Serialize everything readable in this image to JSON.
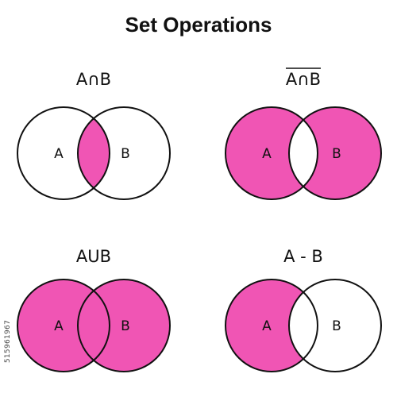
{
  "title": "Set Operations",
  "side_text": "515961967",
  "colors": {
    "fill": "#f055b4",
    "stroke": "#111111",
    "background": "#ffffff"
  },
  "diagrams": [
    {
      "label": "A∩B",
      "overline": false,
      "shade": "intersection",
      "set_a": "A",
      "set_b": "B"
    },
    {
      "label": "A∩B",
      "overline": true,
      "shade": "symmetric-difference",
      "set_a": "A",
      "set_b": "B"
    },
    {
      "label": "AUB",
      "overline": false,
      "shade": "union",
      "set_a": "A",
      "set_b": "B"
    },
    {
      "label": "A - B",
      "overline": false,
      "shade": "difference",
      "set_a": "A",
      "set_b": "B"
    }
  ]
}
